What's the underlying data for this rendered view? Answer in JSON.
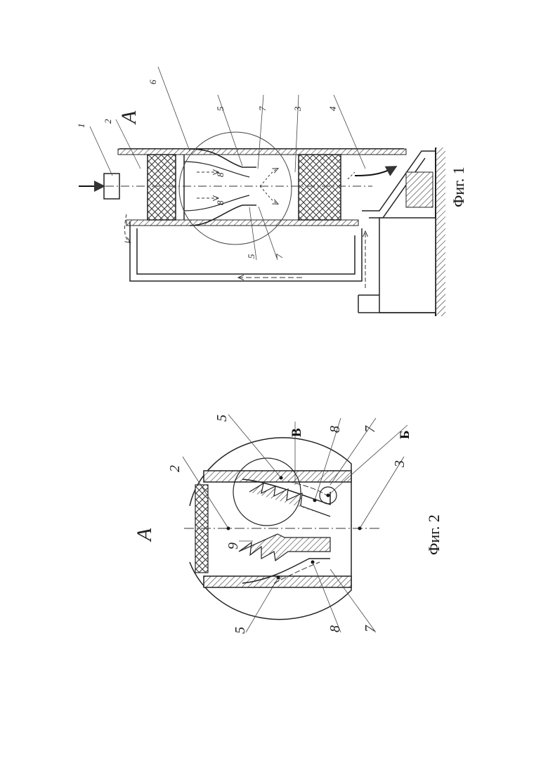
{
  "fig1": {
    "caption": "Фиг. 1",
    "view_marker": "А",
    "labels": {
      "l1": "1",
      "l2": "2",
      "l6": "6",
      "l5a": "5",
      "l7a": "7",
      "l3": "3",
      "l4": "4",
      "l5b": "5",
      "l7b": "7",
      "l8a": "8",
      "l8b": "8"
    }
  },
  "fig2": {
    "caption": "Фиг. 2",
    "view_marker": "А",
    "labels": {
      "l2": "2",
      "l5a": "5",
      "lB": "В",
      "l8a": "8",
      "l7a": "7",
      "lB2": "Б",
      "l3": "3",
      "l9": "9",
      "l5b": "5",
      "l8b": "8",
      "l7b": "7"
    }
  }
}
